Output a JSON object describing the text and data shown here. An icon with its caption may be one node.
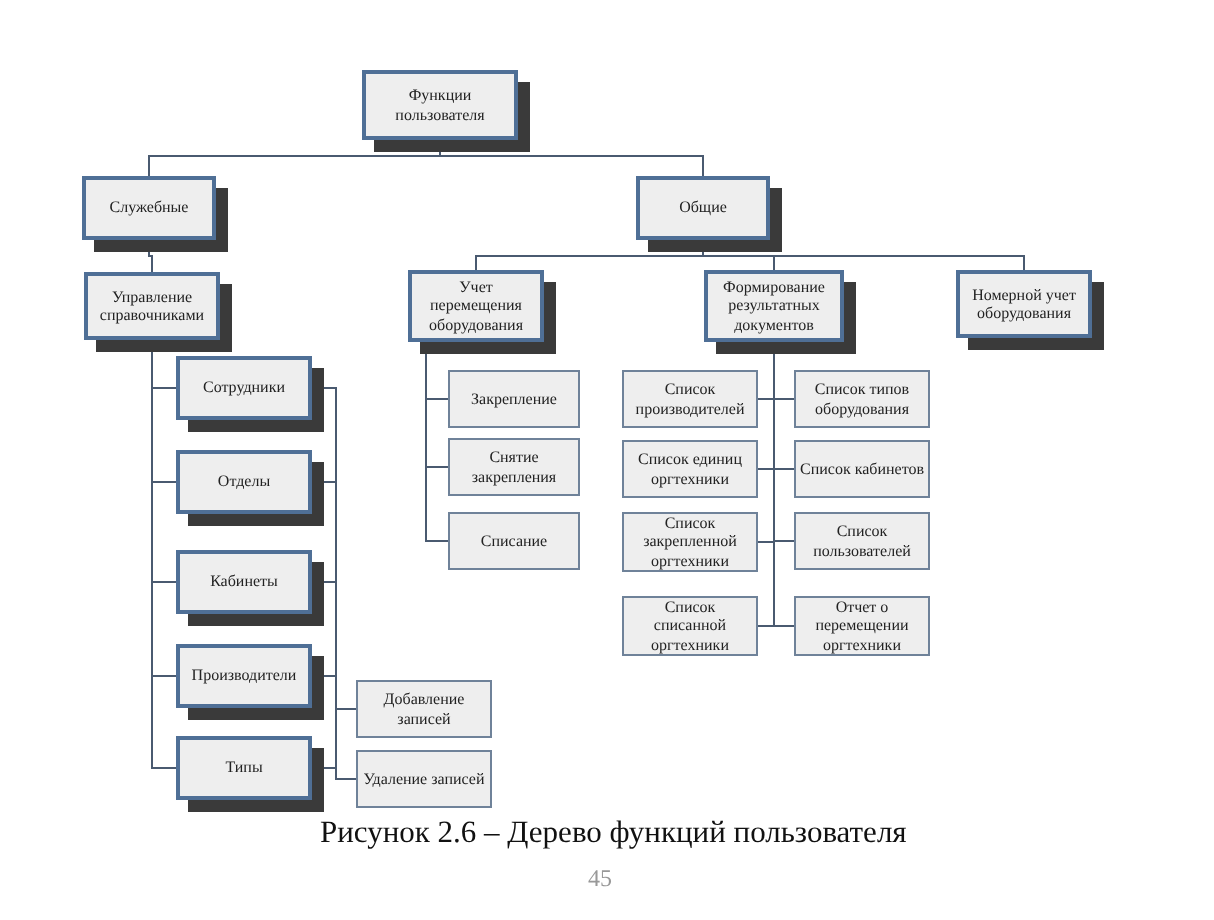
{
  "diagram": {
    "caption": "Рисунок 2.6  – Дерево функций пользователя",
    "nodes": [
      {
        "text": [
          "Функции пользователя"
        ]
      },
      {
        "text": [
          "Служебные"
        ]
      },
      {
        "text": [
          "Общие"
        ]
      },
      {
        "text": [
          "Управление справочниками"
        ]
      },
      {
        "text": [
          "Сотрудники"
        ]
      },
      {
        "text": [
          "Отделы"
        ]
      },
      {
        "text": [
          "Кабинеты"
        ]
      },
      {
        "text": [
          "Производители"
        ]
      },
      {
        "text": [
          "Типы"
        ]
      },
      {
        "text": [
          "Добавление записей"
        ]
      },
      {
        "text": [
          "Удаление записей"
        ]
      },
      {
        "text": [
          "Учет перемещения оборудования"
        ]
      },
      {
        "text": [
          "Закрепление"
        ]
      },
      {
        "text": [
          "Снятие закрепления"
        ]
      },
      {
        "text": [
          "Списание"
        ]
      },
      {
        "text": [
          "Формирование результатных документов"
        ]
      },
      {
        "text": [
          "Список производителей"
        ]
      },
      {
        "text": [
          "Список типов оборудования"
        ]
      },
      {
        "text": [
          "Список единиц оргтехники"
        ]
      },
      {
        "text": [
          "Список кабинетов"
        ]
      },
      {
        "text": [
          "Список закрепленной оргтехники"
        ]
      },
      {
        "text": [
          "Список пользователей"
        ]
      },
      {
        "text": [
          "Список списанной оргтехники"
        ]
      },
      {
        "text": [
          "Отчет о перемещении оргтехники"
        ]
      },
      {
        "text": [
          "Номерной учет оборудования"
        ]
      }
    ],
    "edges": [
      {
        "from": 0,
        "to": 1,
        "arrow": "none"
      },
      {
        "from": 0,
        "to": 2,
        "arrow": "none"
      },
      {
        "from": 1,
        "to": 3,
        "arrow": "none"
      },
      {
        "from": 3,
        "to": 4,
        "arrow": "none"
      },
      {
        "from": 3,
        "to": 5,
        "arrow": "none"
      },
      {
        "from": 3,
        "to": 6,
        "arrow": "none"
      },
      {
        "from": 3,
        "to": 7,
        "arrow": "none"
      },
      {
        "from": 3,
        "to": 8,
        "arrow": "none"
      },
      {
        "from": 4,
        "to": 9,
        "arrow": "none"
      },
      {
        "from": 4,
        "to": 10,
        "arrow": "none"
      },
      {
        "from": 5,
        "to": 9,
        "arrow": "none"
      },
      {
        "from": 5,
        "to": 10,
        "arrow": "none"
      },
      {
        "from": 6,
        "to": 9,
        "arrow": "none"
      },
      {
        "from": 6,
        "to": 10,
        "arrow": "none"
      },
      {
        "from": 7,
        "to": 9,
        "arrow": "none"
      },
      {
        "from": 7,
        "to": 10,
        "arrow": "none"
      },
      {
        "from": 8,
        "to": 9,
        "arrow": "none"
      },
      {
        "from": 8,
        "to": 10,
        "arrow": "none"
      },
      {
        "from": 2,
        "to": 11,
        "arrow": "none"
      },
      {
        "from": 2,
        "to": 15,
        "arrow": "none"
      },
      {
        "from": 2,
        "to": 24,
        "arrow": "none"
      },
      {
        "from": 11,
        "to": 12,
        "arrow": "none"
      },
      {
        "from": 11,
        "to": 13,
        "arrow": "none"
      },
      {
        "from": 11,
        "to": 14,
        "arrow": "none"
      },
      {
        "from": 15,
        "to": 16,
        "arrow": "none"
      },
      {
        "from": 15,
        "to": 17,
        "arrow": "none"
      },
      {
        "from": 15,
        "to": 18,
        "arrow": "none"
      },
      {
        "from": 15,
        "to": 19,
        "arrow": "none"
      },
      {
        "from": 15,
        "to": 20,
        "arrow": "none"
      },
      {
        "from": 15,
        "to": 21,
        "arrow": "none"
      },
      {
        "from": 15,
        "to": 22,
        "arrow": "none"
      },
      {
        "from": 15,
        "to": 23,
        "arrow": "none"
      }
    ],
    "labels": [
      "45"
    ]
  }
}
